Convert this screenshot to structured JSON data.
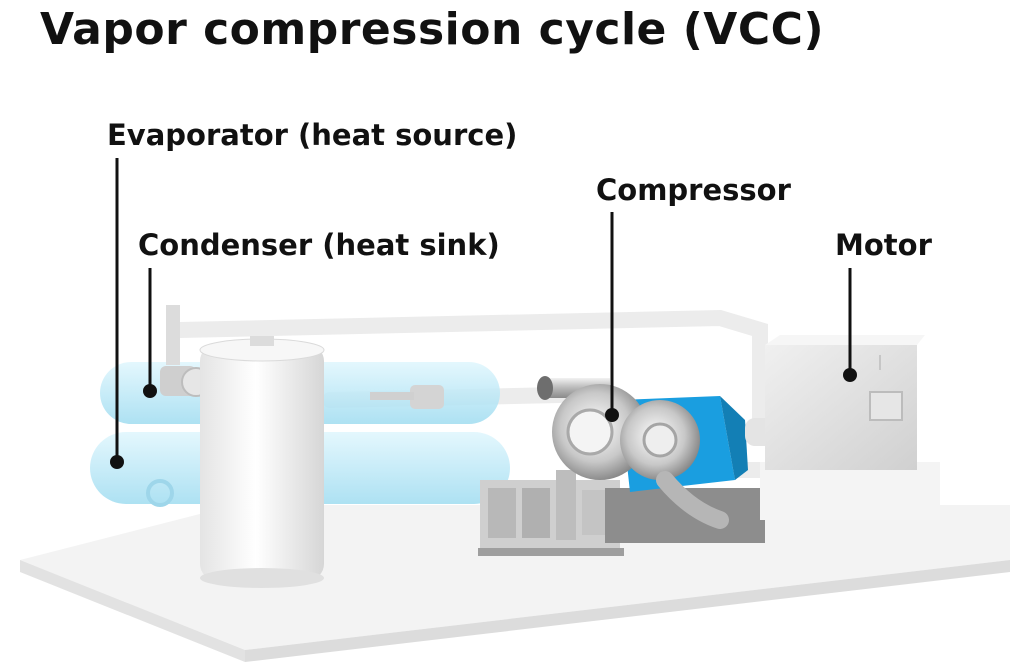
{
  "title": "Vapor compression cycle (VCC)",
  "labels": {
    "evaporator": "Evaporator (heat source)",
    "condenser": "Condenser (heat sink)",
    "compressor": "Compressor",
    "motor": "Motor"
  },
  "colors": {
    "heat_exchanger": "#bfe9f7",
    "compressor_housing": "#1a9ee0",
    "platform": "#f2f2f2",
    "leader_line": "#111111",
    "marker_dot": "#111111"
  }
}
